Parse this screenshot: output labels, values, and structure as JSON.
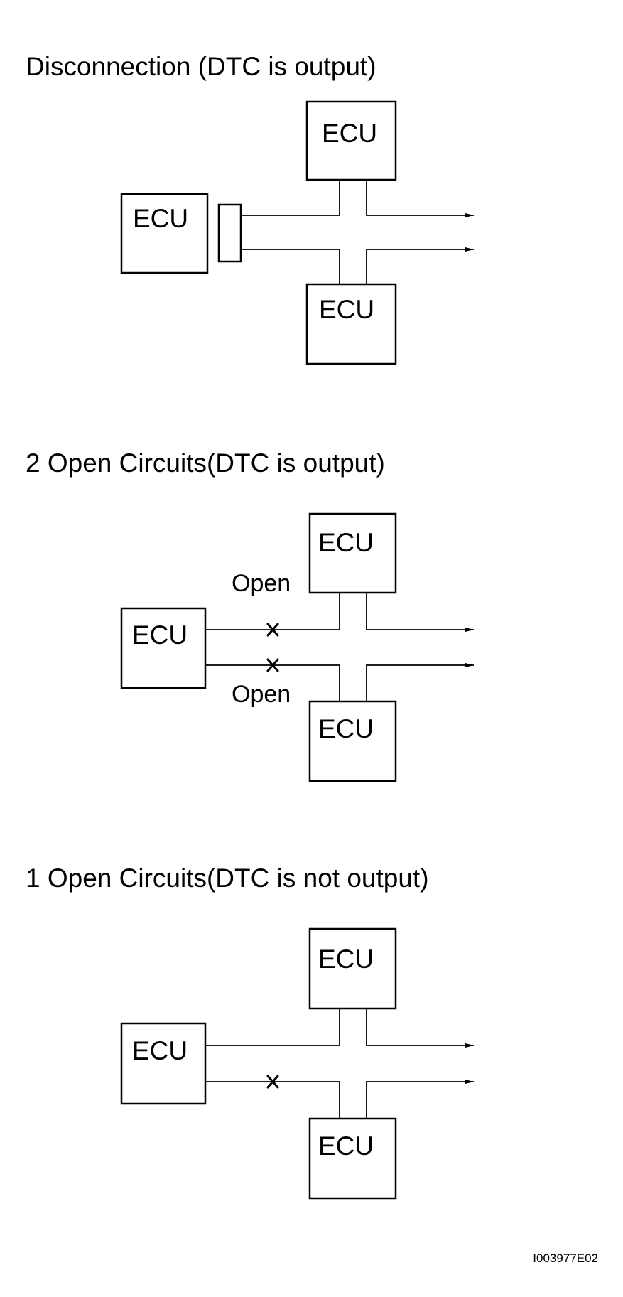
{
  "diagrams": [
    {
      "title": "Disconnection (DTC is output)",
      "ecu_labels": [
        "ECU",
        "ECU",
        "ECU"
      ]
    },
    {
      "title": "2 Open Circuits(DTC is output)",
      "ecu_labels": [
        "ECU",
        "ECU",
        "ECU"
      ],
      "open_labels": [
        "Open",
        "Open"
      ]
    },
    {
      "title": "1 Open Circuits(DTC is not output)",
      "ecu_labels": [
        "ECU",
        "ECU",
        "ECU"
      ]
    }
  ],
  "figure_ref": "I003977E02"
}
